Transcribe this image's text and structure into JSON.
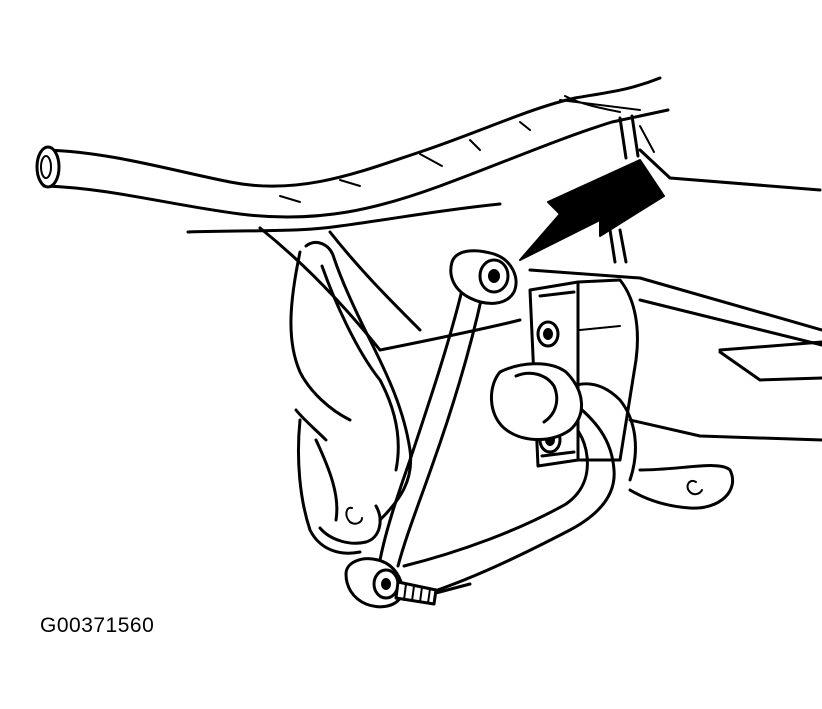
{
  "figure": {
    "figure_id": "G00371560",
    "ink_color": "#000000",
    "background_color": "#ffffff"
  },
  "parts": [
    {
      "id": "frame-rail-tube",
      "icon": "tube-end-icon"
    },
    {
      "id": "frame-crossmember"
    },
    {
      "id": "stabilizer-bar"
    },
    {
      "id": "stabilizer-link"
    },
    {
      "id": "link-upper-bushing"
    },
    {
      "id": "link-lower-bushing"
    },
    {
      "id": "link-threaded-stud"
    },
    {
      "id": "stabilizer-bushing-clamp"
    },
    {
      "id": "lower-control-arm-bracket"
    },
    {
      "id": "pointer-arrow",
      "icon": "arrow-pointer-icon"
    }
  ]
}
